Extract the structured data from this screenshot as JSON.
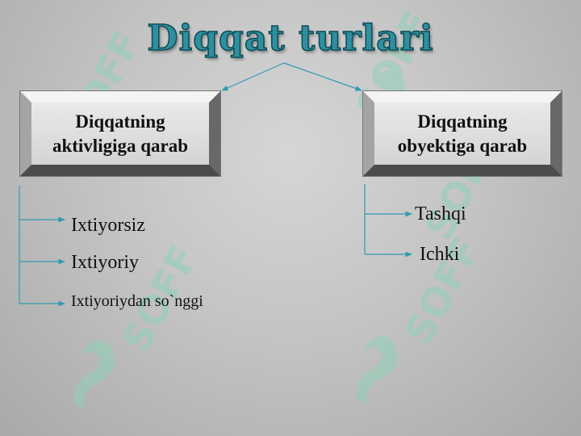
{
  "title": "Diqqat turlari",
  "watermark": {
    "text": "SOFF",
    "color": "#8fd0b4"
  },
  "left": {
    "box_label": [
      "Diqqatning",
      "aktivligiga qarab"
    ],
    "items": [
      "Ixtiyorsiz",
      "Ixtiyoriy",
      "Ixtiyoriydan so`nggi"
    ]
  },
  "right": {
    "box_label": [
      "Diqqatning",
      "obyektiga qarab"
    ],
    "items": [
      "Tashqi",
      "Ichki"
    ]
  },
  "colors": {
    "title": "#2f8f9f",
    "connector": "#2f9bb0",
    "text": "#111111"
  }
}
